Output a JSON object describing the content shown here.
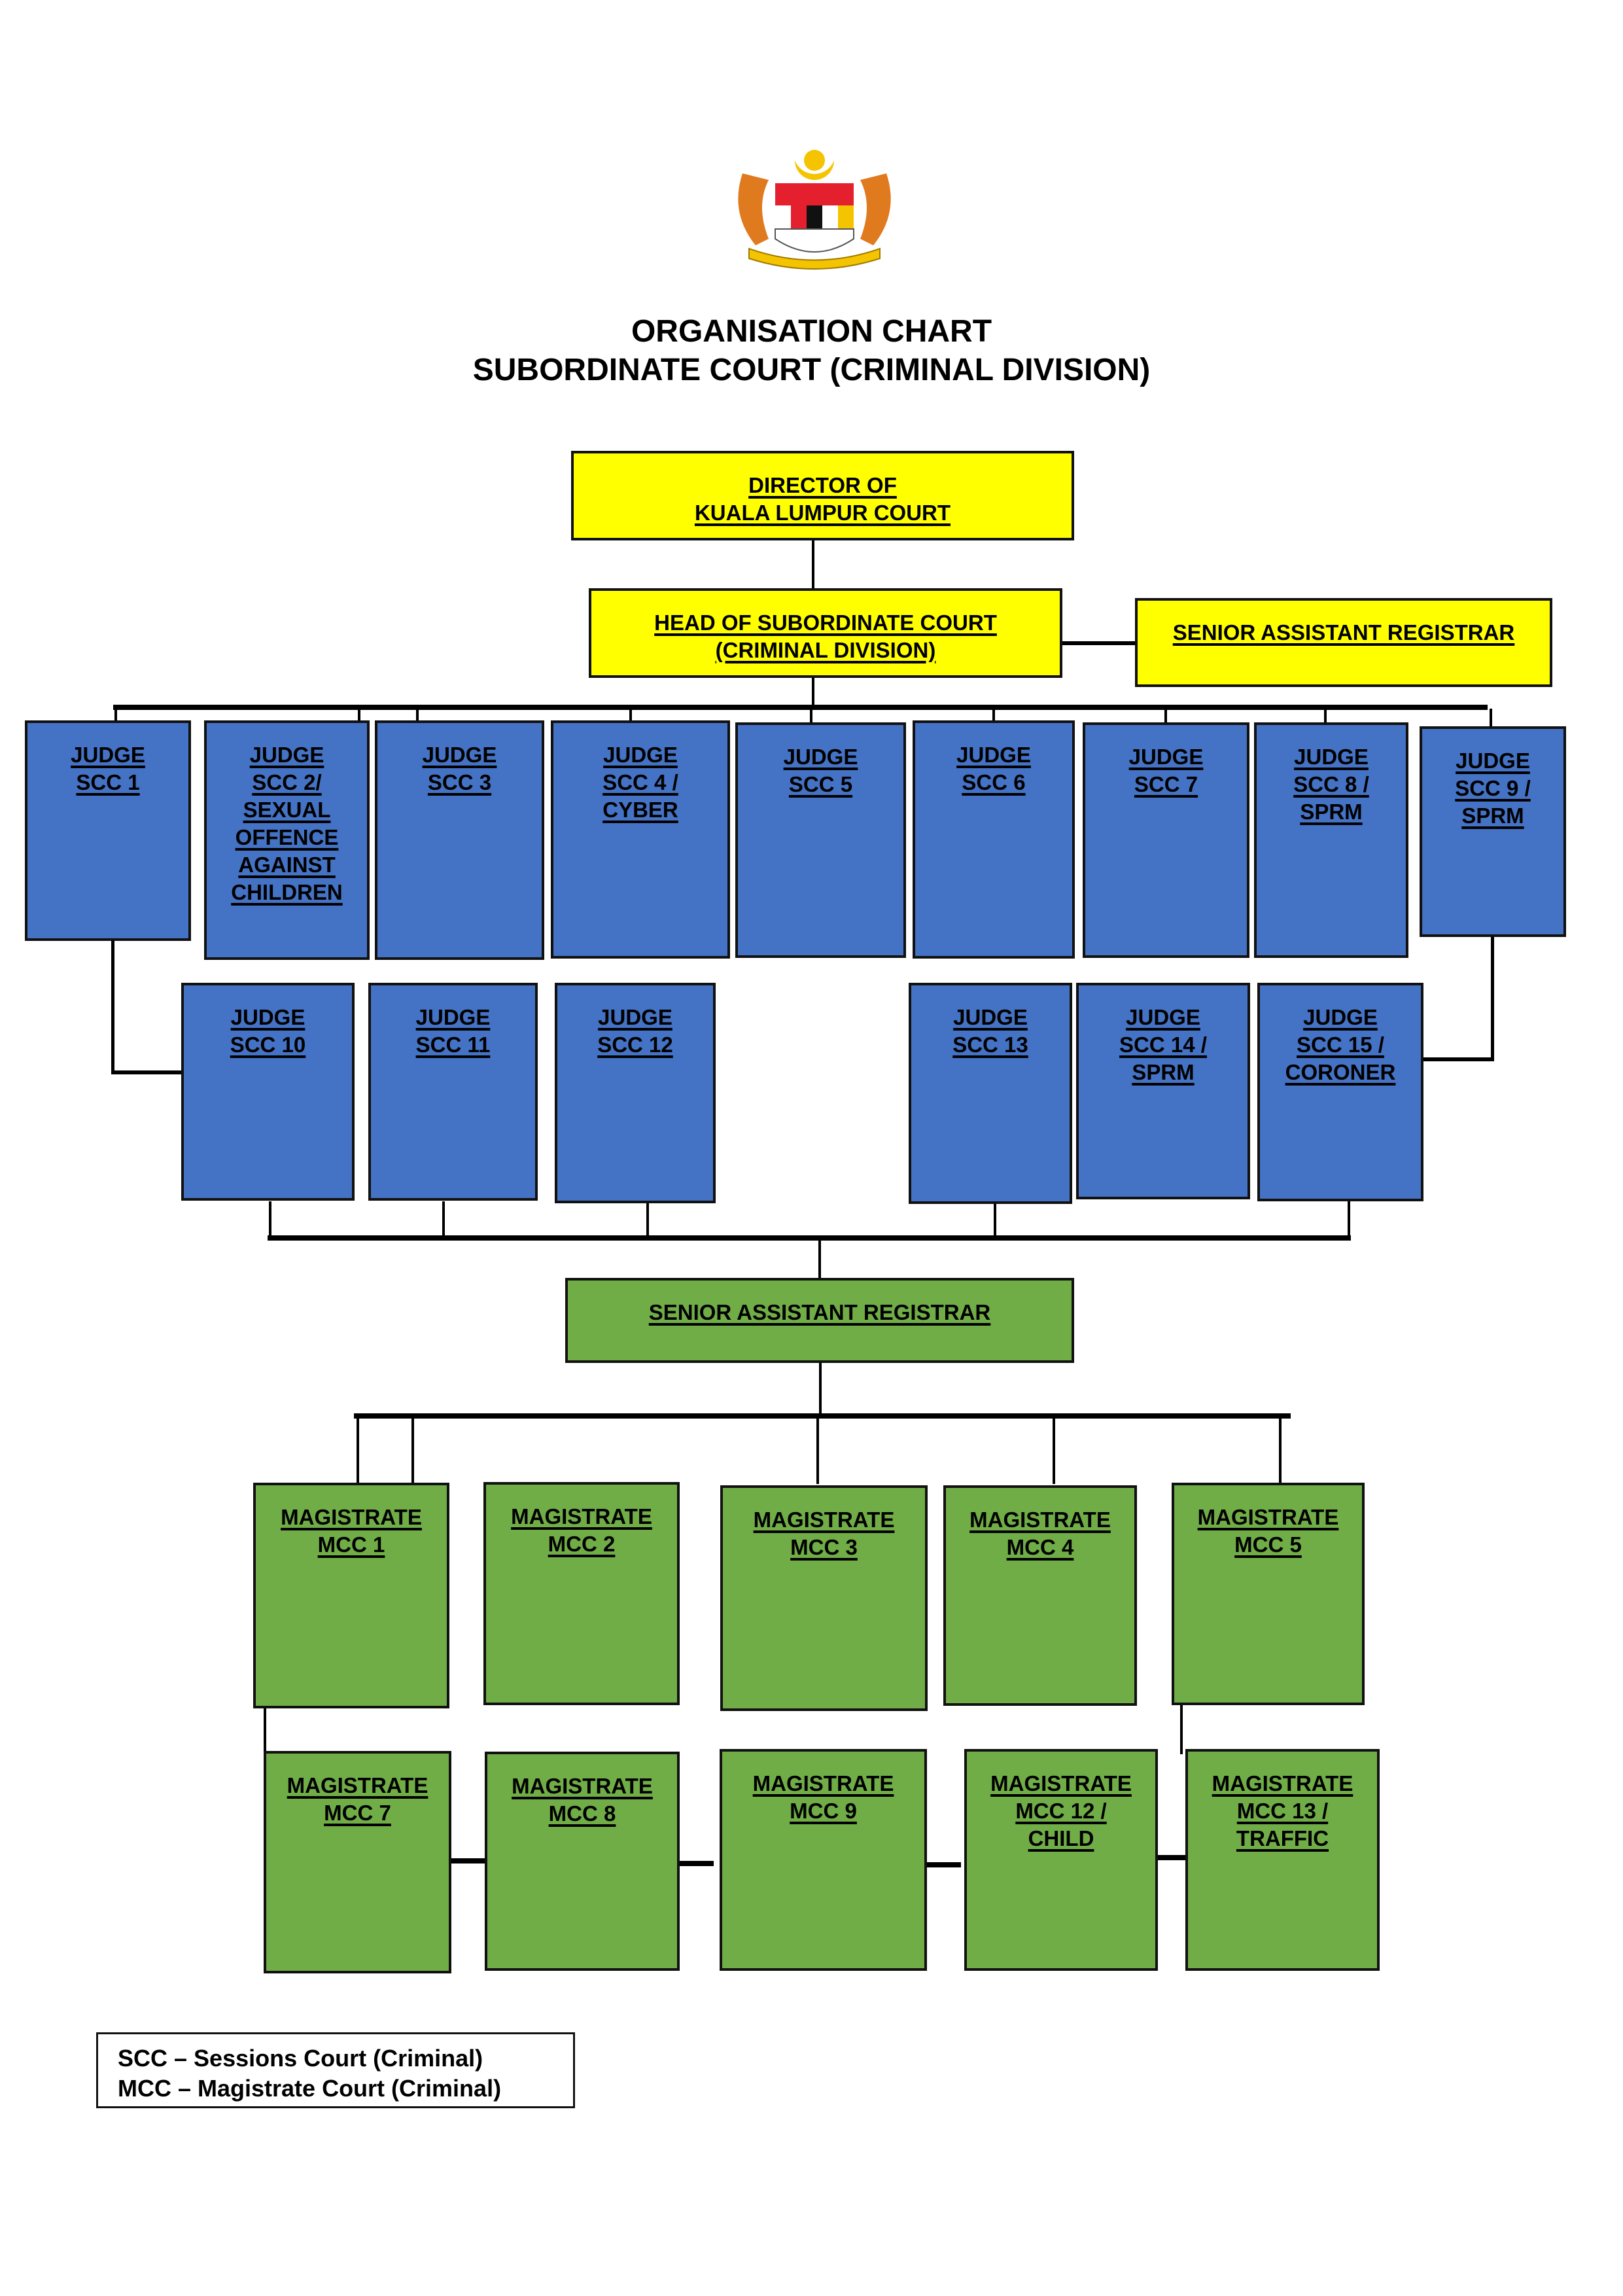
{
  "header": {
    "emblem": "malaysia-coat-of-arms",
    "title_line1": "ORGANISATION CHART",
    "title_line2": "SUBORDINATE COURT (CRIMINAL DIVISION)"
  },
  "colors": {
    "leadership": "#ffff00",
    "sessions_court": "#4472c4",
    "magistrate_court": "#70ad47"
  },
  "leadership": {
    "director": [
      "DIRECTOR OF",
      "KUALA LUMPUR COURT"
    ],
    "head": [
      "HEAD OF SUBORDINATE COURT",
      "(CRIMINAL DIVISION)"
    ],
    "registrar": [
      "SENIOR ASSISTANT REGISTRAR"
    ]
  },
  "judges_row1": [
    [
      "JUDGE",
      "SCC 1"
    ],
    [
      "JUDGE",
      "SCC 2/",
      "SEXUAL",
      "OFFENCE",
      "AGAINST",
      "CHILDREN"
    ],
    [
      "JUDGE",
      "SCC 3"
    ],
    [
      "JUDGE",
      "SCC 4 /",
      "CYBER"
    ],
    [
      "JUDGE",
      "SCC 5"
    ],
    [
      "JUDGE",
      "SCC 6"
    ],
    [
      "JUDGE",
      "SCC 7"
    ],
    [
      "JUDGE",
      "SCC 8 /",
      "SPRM"
    ],
    [
      "JUDGE",
      "SCC 9 /",
      "SPRM"
    ]
  ],
  "judges_row2": [
    [
      "JUDGE",
      "SCC 10"
    ],
    [
      "JUDGE",
      "SCC 11"
    ],
    [
      "JUDGE",
      "SCC 12"
    ],
    [
      "JUDGE",
      "SCC 13"
    ],
    [
      "JUDGE",
      "SCC 14 /",
      "SPRM"
    ],
    [
      "JUDGE",
      "SCC 15 /",
      "CORONER"
    ]
  ],
  "registrar2": [
    "SENIOR ASSISTANT REGISTRAR"
  ],
  "magistrates_row1": [
    [
      "MAGISTRATE",
      "MCC 1"
    ],
    [
      "MAGISTRATE",
      "MCC 2"
    ],
    [
      "MAGISTRATE",
      "MCC 3"
    ],
    [
      "MAGISTRATE",
      "MCC 4"
    ],
    [
      "MAGISTRATE",
      "MCC 5"
    ]
  ],
  "magistrates_row2": [
    [
      "MAGISTRATE",
      "MCC 7"
    ],
    [
      "MAGISTRATE",
      "MCC 8"
    ],
    [
      "MAGISTRATE",
      "MCC 9"
    ],
    [
      "MAGISTRATE",
      "MCC 12 /",
      "CHILD"
    ],
    [
      "MAGISTRATE",
      "MCC 13 /",
      "TRAFFIC"
    ]
  ],
  "legend": [
    "SCC – Sessions Court (Criminal)",
    "MCC – Magistrate Court (Criminal)"
  ]
}
